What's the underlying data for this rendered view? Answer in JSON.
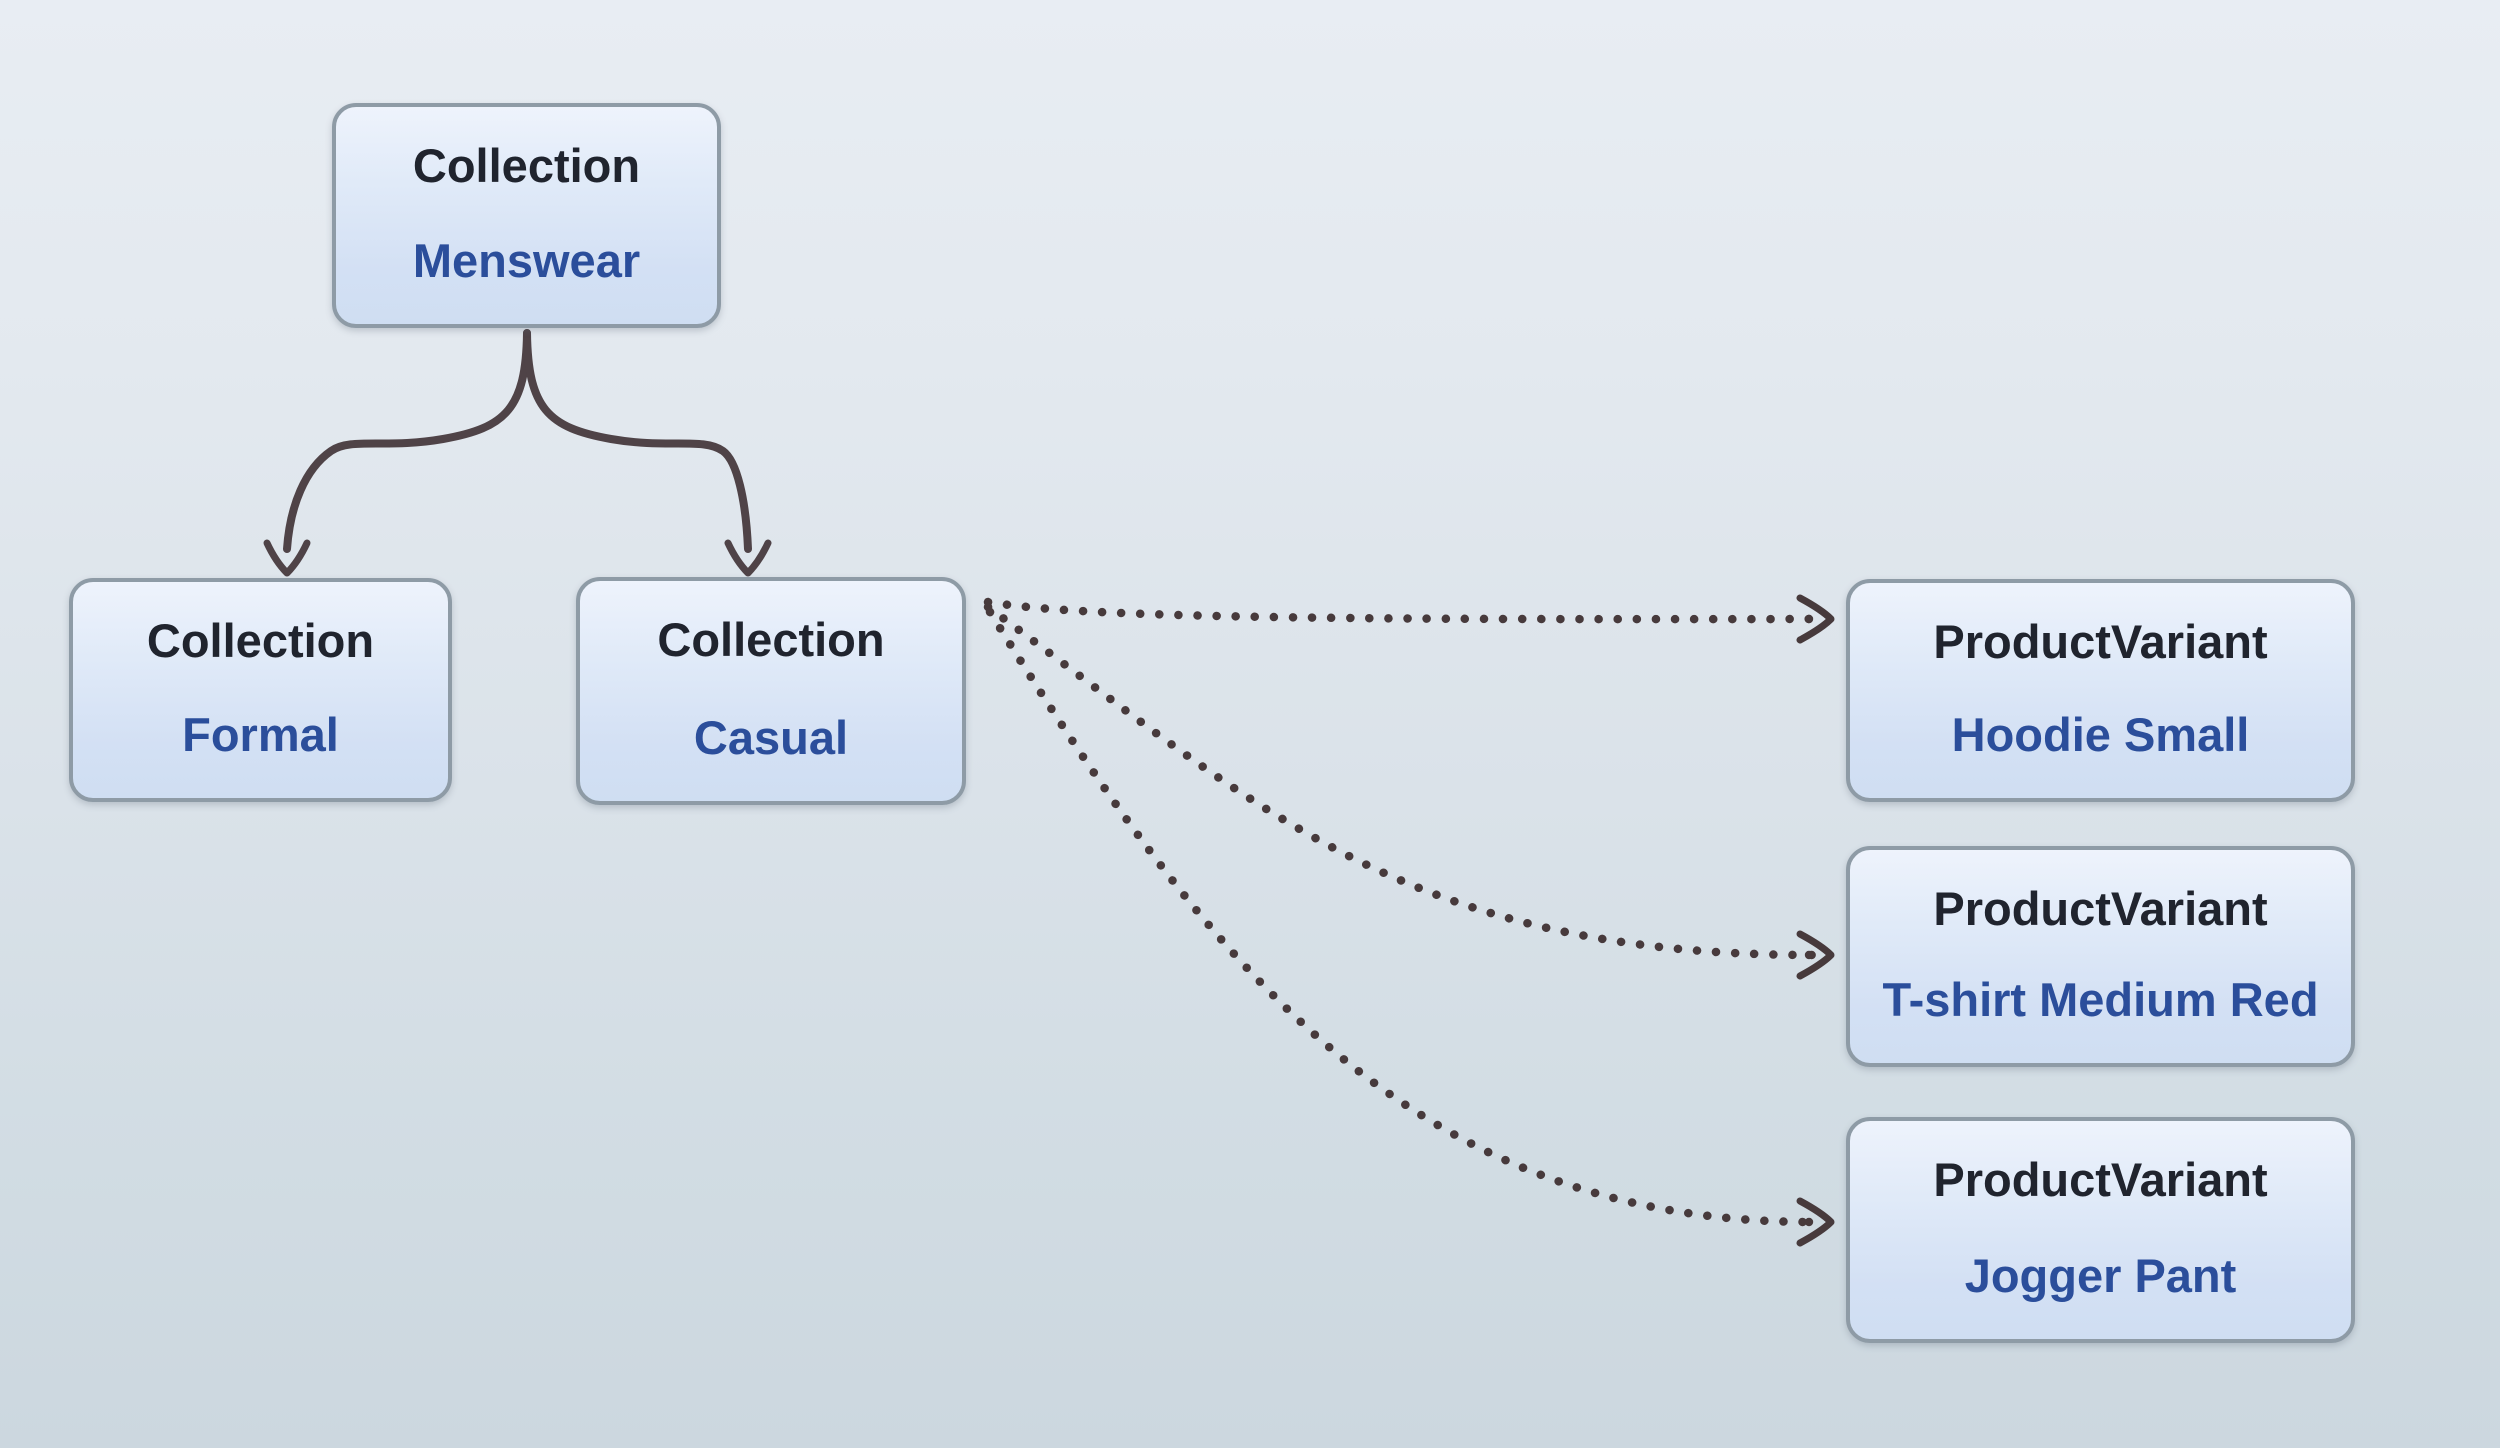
{
  "diagram": {
    "nodes": {
      "menswear": {
        "type": "Collection",
        "name": "Menswear"
      },
      "formal": {
        "type": "Collection",
        "name": "Formal"
      },
      "casual": {
        "type": "Collection",
        "name": "Casual"
      },
      "hoodie": {
        "type": "ProductVariant",
        "name": "Hoodie Small"
      },
      "tshirt": {
        "type": "ProductVariant",
        "name": "T-shirt Medium Red"
      },
      "jogger": {
        "type": "ProductVariant",
        "name": "Jogger Pant"
      }
    },
    "edges": [
      {
        "from": "Collection Menswear",
        "to": "Collection Formal",
        "style": "solid-arrow"
      },
      {
        "from": "Collection Menswear",
        "to": "Collection Casual",
        "style": "solid-arrow"
      },
      {
        "from": "Collection Casual",
        "to": "ProductVariant Hoodie Small",
        "style": "dotted-arrow"
      },
      {
        "from": "Collection Casual",
        "to": "ProductVariant T-shirt Medium Red",
        "style": "dotted-arrow"
      },
      {
        "from": "Collection Casual",
        "to": "ProductVariant Jogger Pant",
        "style": "dotted-arrow"
      }
    ],
    "colors": {
      "background_top": "#e8edf3",
      "background_bottom": "#ccd7df",
      "node_fill_top": "#eef3fc",
      "node_fill_bottom": "#cfdef2",
      "node_border": "#8e9ba6",
      "node_type_text": "#20242e",
      "node_name_text": "#2b4e9b",
      "solid_edge": "#4f4347",
      "dotted_edge": "#473a3c"
    }
  }
}
